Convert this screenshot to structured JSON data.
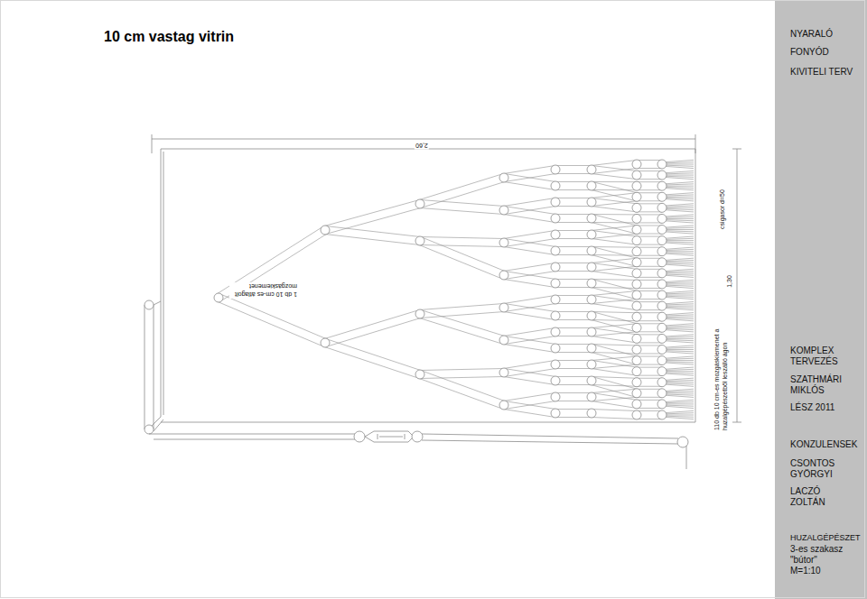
{
  "diagram": {
    "title": "10 cm vastag vitrin",
    "labels": [
      "2,60",
      "1 db 10 cm-es átlagolt mozgáskiemenet",
      "csigasor d=50",
      "1,30",
      "110 db 10 cm-es mozgáskiemenet a huzalgépészetből leszálló ágon",
      "NYARALÓ",
      "FONYÓD",
      "KIVITELI TERV",
      "KOMPLEX TERVEZÉS",
      "SZATHMÁRI MIKLÓS",
      "LÉSZ 2011",
      "KONZULENSEK",
      "CSONTOS GYÖRGYI",
      "LACZÓ ZOLTÁN",
      "HUZALGÉPÉSZET",
      "3-es szakasz",
      "\"bútor\"",
      "M=1:10"
    ]
  }
}
